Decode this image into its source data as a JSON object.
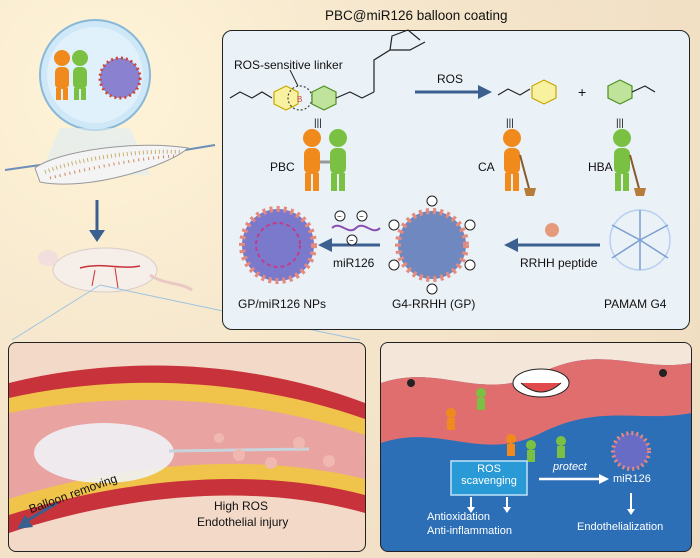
{
  "title": "PBC@miR126 balloon coating",
  "top_panel": {
    "linker_label": "ROS-sensitive linker",
    "ros_arrow_label": "ROS",
    "plus": "+",
    "pbc_label": "PBC",
    "ca_label": "CA",
    "hba_label": "HBA",
    "gp_np_label": "GP/miR126 NPs",
    "mir_arrow_label": "miR126",
    "gp_label": "G4-RRHH (GP)",
    "rrhh_arrow_label": "RRHH peptide",
    "pamam_label": "PAMAM G4",
    "bond_symbol": "|||"
  },
  "bottom_left": {
    "balloon_label": "Balloon removing",
    "ros_label": "High ROS",
    "injury_label": "Endothelial injury"
  },
  "bottom_right": {
    "scavenging_box": "ROS\nscavenging",
    "protect_label": "protect",
    "mir_label": "miR126",
    "anti_ox": "Antioxidation",
    "anti_inf": "Anti-inflammation",
    "endo_label": "Endothelialization"
  },
  "colors": {
    "orange_figure": "#f08a1d",
    "green_figure": "#7ac143",
    "arrow_blue": "#3b5f8f",
    "nanoparticle": "#e58a7c",
    "panel_bg": "#eaf1f7",
    "vessel_red": "#c8323a"
  }
}
